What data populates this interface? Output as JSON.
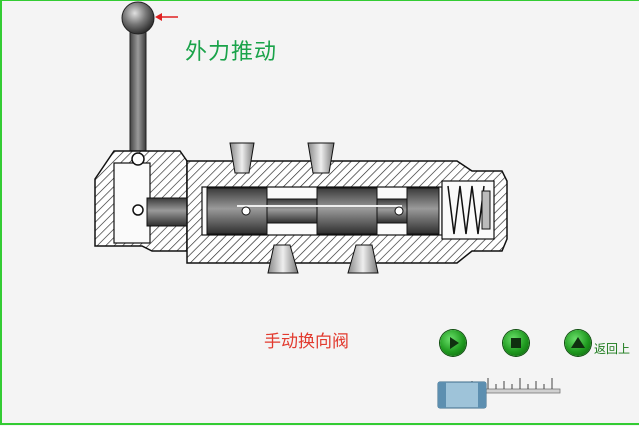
{
  "annotation": {
    "force_label": "外力推动"
  },
  "caption": {
    "title": "手动换向阀"
  },
  "controls": {
    "play_icon": "play-icon",
    "stop_icon": "stop-icon",
    "up_icon": "up-arrow-icon",
    "back_label": "返回上"
  },
  "colors": {
    "accent_green": "#1aa34a",
    "caption_red": "#e23a2e",
    "button_green": "#1f9a1f",
    "frame_green": "#33cc33"
  }
}
